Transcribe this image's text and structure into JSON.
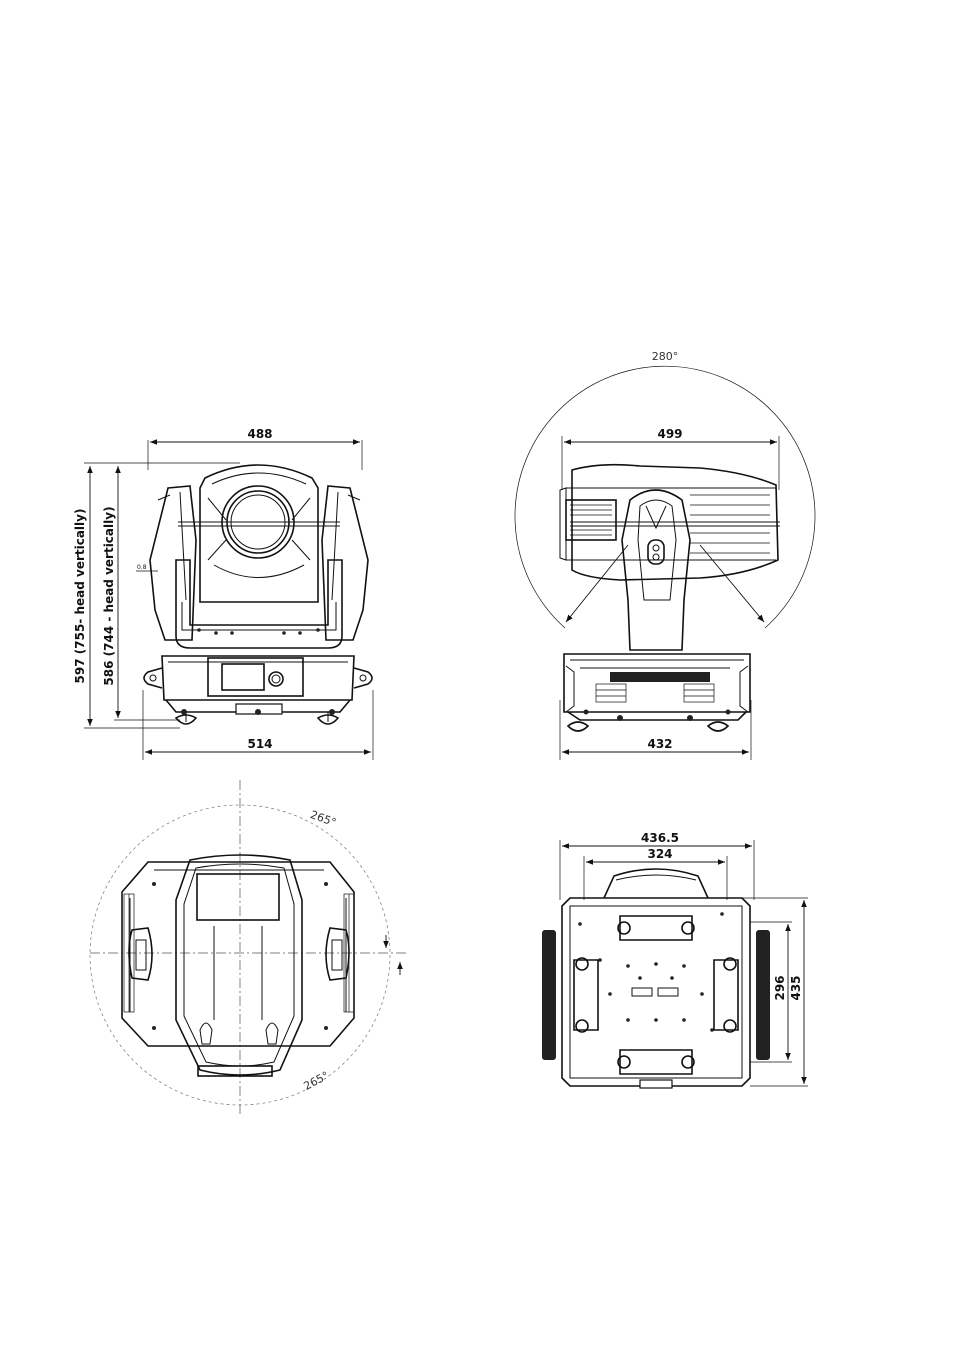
{
  "front_view": {
    "width_top": "488",
    "width_bottom": "514",
    "height_total": "597 (755- head vertically)",
    "height_base": "586 (744 - head vertically)",
    "small_label": "0.8"
  },
  "side_view": {
    "tilt_angle": "280°",
    "length": "499",
    "base_width": "432"
  },
  "top_view": {
    "pan_angle_upper": "265°",
    "pan_angle_lower": "265°"
  },
  "bottom_view": {
    "outer_width": "436.5",
    "inner_width": "324",
    "inner_depth": "296",
    "outer_depth": "435"
  }
}
